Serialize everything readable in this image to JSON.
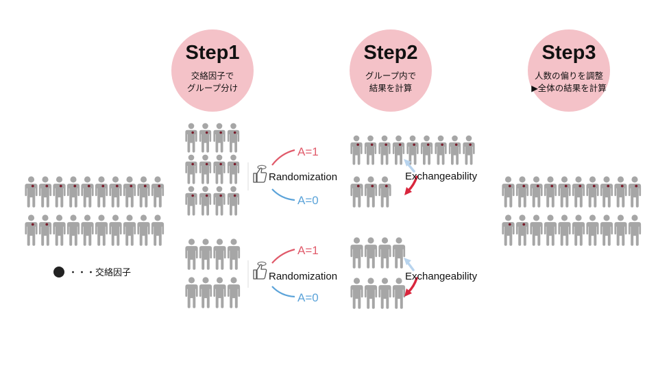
{
  "steps": [
    {
      "title": "Step1",
      "lines": [
        "交絡因子で",
        "グループ分け"
      ]
    },
    {
      "title": "Step2",
      "lines": [
        "グループ内で",
        "結果を計算"
      ]
    },
    {
      "title": "Step3",
      "lines": [
        "人数の偏りを調整",
        "▶全体の結果を計算"
      ]
    }
  ],
  "arm_labels": {
    "treated": "A=1",
    "control": "A=0"
  },
  "randomization_label": "Randomization",
  "exchangeability_label": "Exchangeability",
  "legend": {
    "text": "・・・交絡因子"
  },
  "colors": {
    "circle": "#f4c2c8",
    "person": "#a6a6a6",
    "confounder": "#7a1c2b",
    "arm_treated": "#e05a6a",
    "arm_control": "#5ba3d9",
    "arrow_dark": "#d9263d",
    "arrow_light": "#b8d4ee"
  },
  "icons": {
    "randomization": "thumbs-up-coin-icon"
  }
}
